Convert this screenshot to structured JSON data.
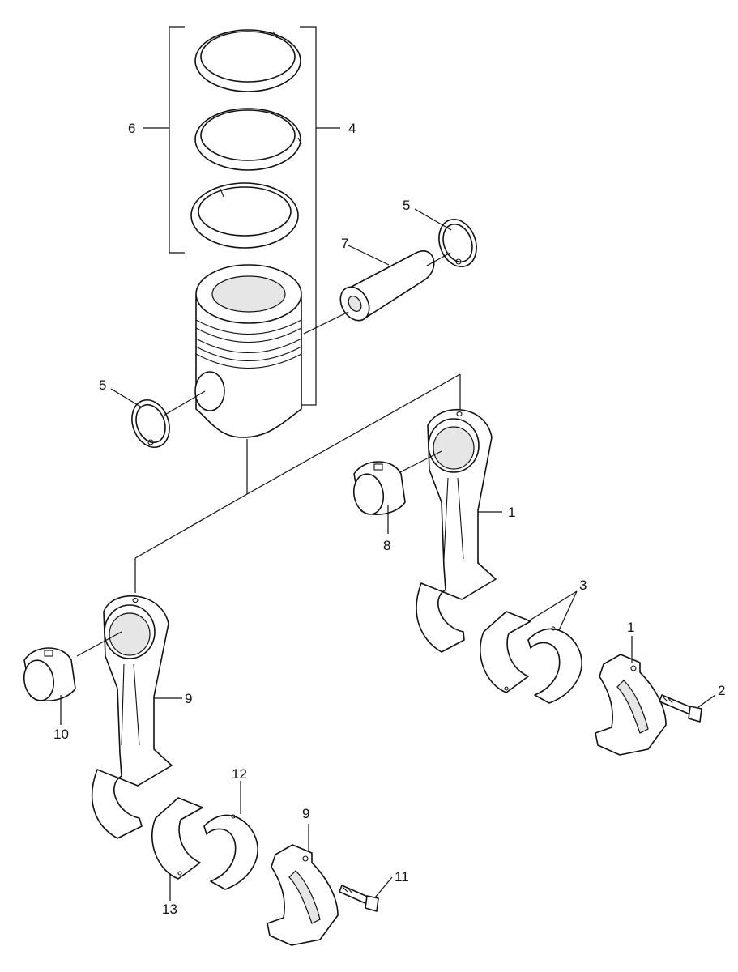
{
  "callouts": {
    "c1_upper": "1",
    "c1_cap": "1",
    "c2": "2",
    "c3": "3",
    "c4": "4",
    "c5_upper": "5",
    "c5_lower": "5",
    "c6": "6",
    "c7": "7",
    "c8": "8",
    "c9_rod": "9",
    "c9_cap": "9",
    "c10": "10",
    "c11": "11",
    "c12": "12",
    "c13": "13"
  }
}
